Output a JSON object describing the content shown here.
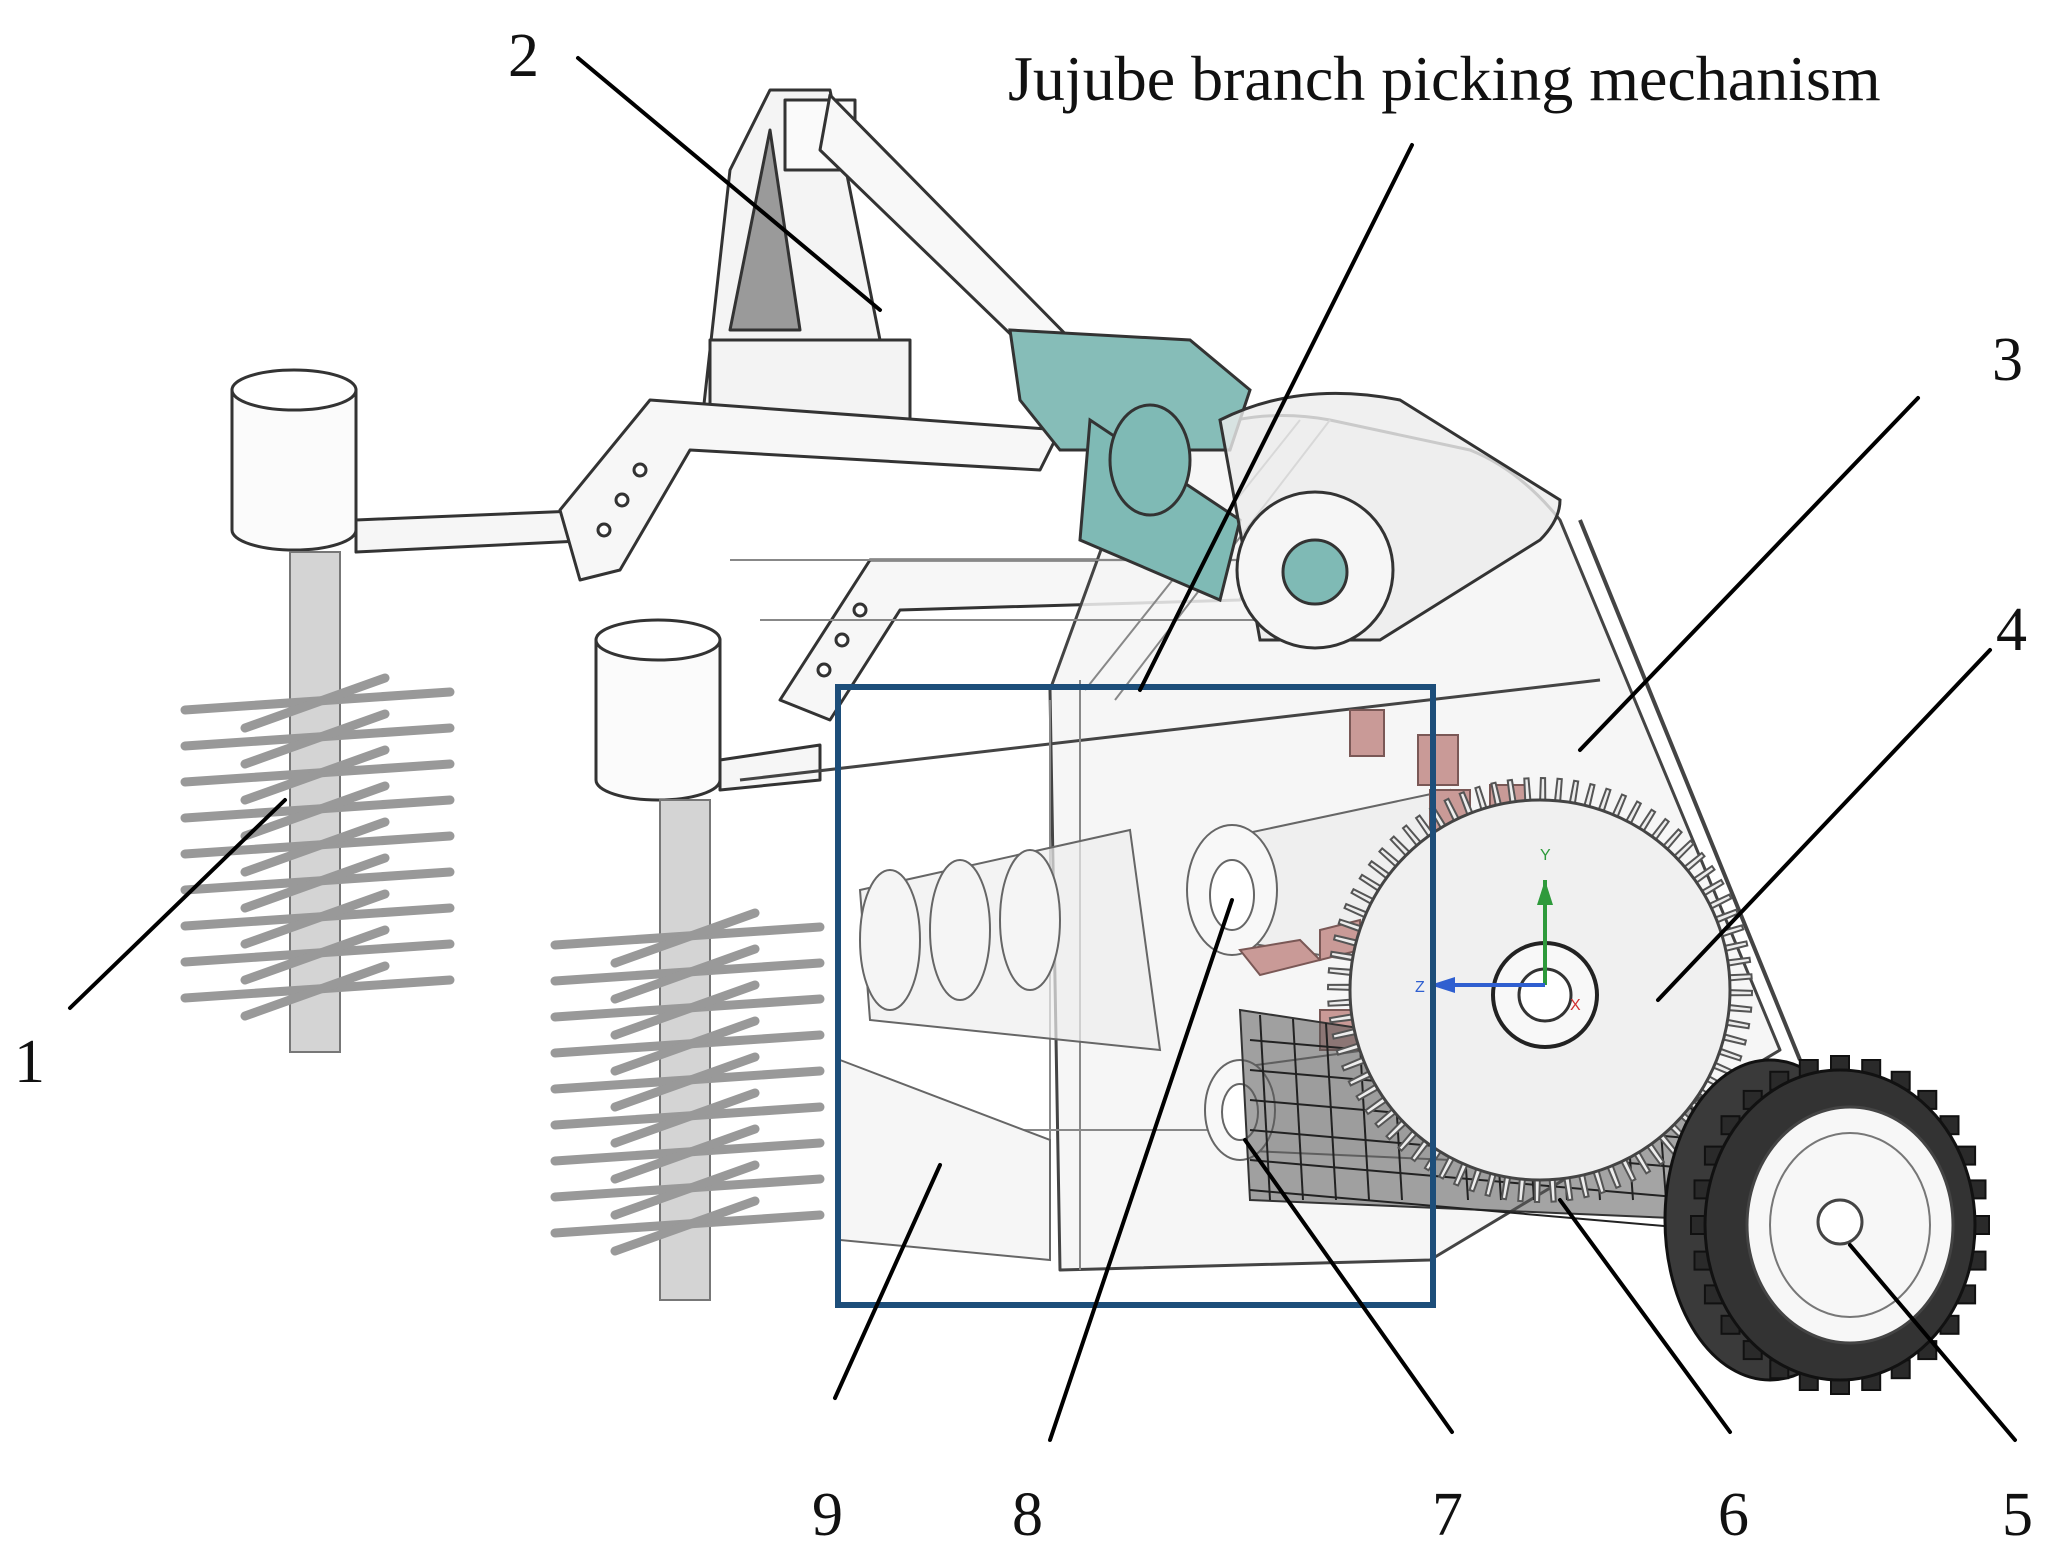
{
  "title": "Jujube branch picking mechanism",
  "labels": {
    "n1": "1",
    "n2": "2",
    "n3": "3",
    "n4": "4",
    "n5": "5",
    "n6": "6",
    "n7": "7",
    "n8": "8",
    "n9": "9"
  },
  "axis_triad": {
    "y": "Y",
    "z": "Z",
    "x": "X"
  },
  "colors": {
    "highlight_box": "#1d4e7a",
    "motor": "#7fbab5",
    "blocks": "#c99a97",
    "axis_y": "#2e9a3b",
    "axis_z": "#2f5fd0",
    "axis_x": "#d03030"
  }
}
